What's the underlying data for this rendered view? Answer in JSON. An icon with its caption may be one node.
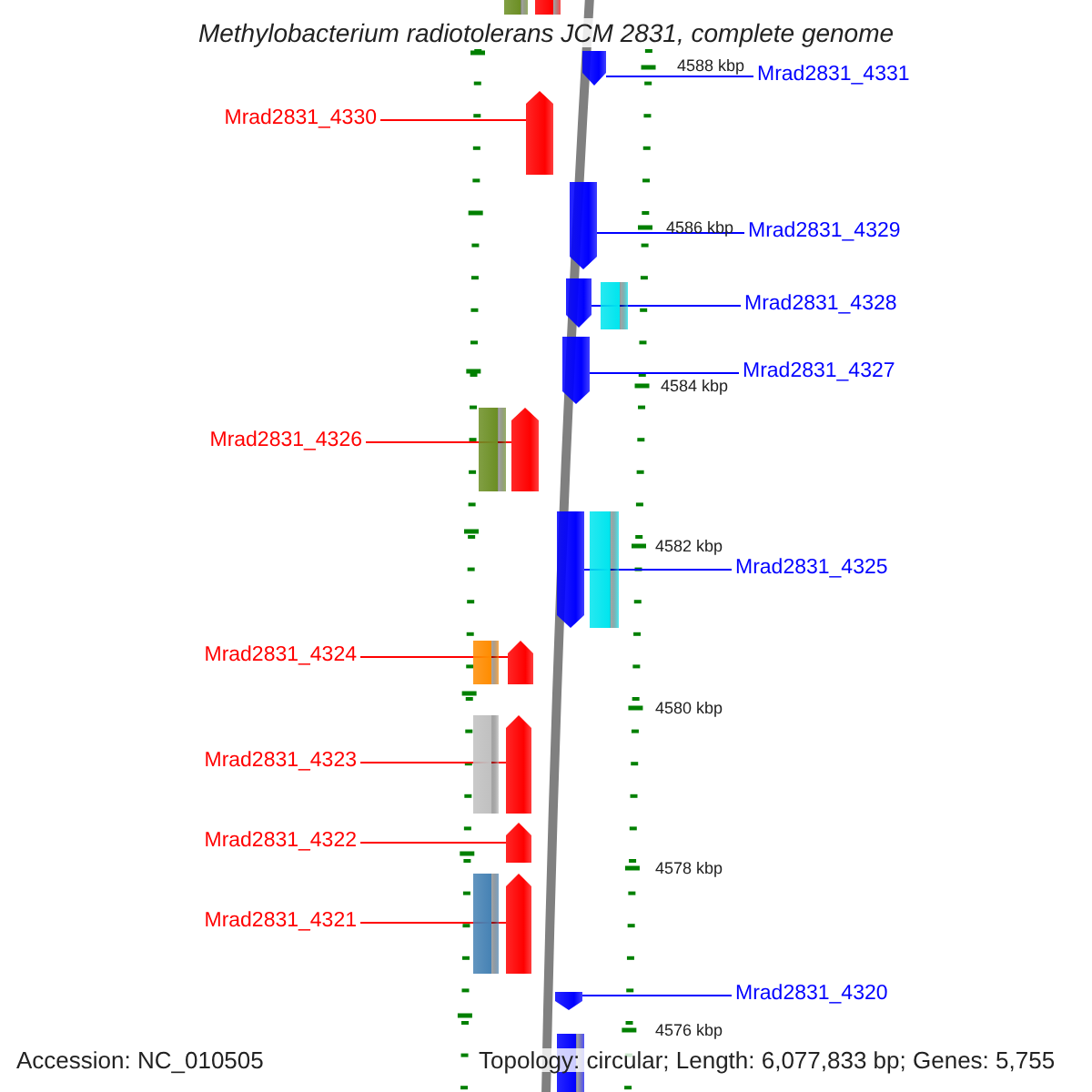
{
  "diagram": {
    "title": "Methylobacterium radiotolerans JCM 2831, complete genome",
    "nodes": [
      {
        "text": [
          "Mrad2831_4331"
        ]
      },
      {
        "text": [
          "Mrad2831_4330"
        ]
      },
      {
        "text": [
          "Mrad2831_4329"
        ]
      },
      {
        "text": [
          "Mrad2831_4328"
        ]
      },
      {
        "text": [
          "Mrad2831_4327"
        ]
      },
      {
        "text": [
          "Mrad2831_4326"
        ]
      },
      {
        "text": [
          "Mrad2831_4325"
        ]
      },
      {
        "text": [
          "Mrad2831_4324"
        ]
      },
      {
        "text": [
          "Mrad2831_4323"
        ]
      },
      {
        "text": [
          "Mrad2831_4322"
        ]
      },
      {
        "text": [
          "Mrad2831_4321"
        ]
      },
      {
        "text": [
          "Mrad2831_4320"
        ]
      },
      {
        "text": [],
        "shape": "arrow"
      },
      {
        "text": [],
        "shape": "arrow"
      },
      {
        "text": [],
        "shape": "arrow"
      },
      {
        "text": [],
        "shape": "arrow"
      },
      {
        "text": [],
        "shape": "arrow"
      },
      {
        "text": [],
        "shape": "arrow"
      },
      {
        "text": [],
        "shape": "arrow"
      },
      {
        "text": [],
        "shape": "arrow"
      },
      {
        "text": [],
        "shape": "arrow"
      },
      {
        "text": [],
        "shape": "arrow"
      },
      {
        "text": [],
        "shape": "arrow"
      },
      {
        "text": [],
        "shape": "arrow"
      }
    ],
    "edges": [
      {
        "from": 0,
        "to": 12,
        "arrow": "none",
        "color": "#0000ff"
      },
      {
        "from": 1,
        "to": 13,
        "arrow": "none",
        "color": "#ff0000"
      },
      {
        "from": 2,
        "to": 14,
        "arrow": "none",
        "color": "#0000ff"
      },
      {
        "from": 3,
        "to": 15,
        "arrow": "none",
        "color": "#0000ff"
      },
      {
        "from": 4,
        "to": 16,
        "arrow": "none",
        "color": "#0000ff"
      },
      {
        "from": 5,
        "to": 17,
        "arrow": "none",
        "color": "#ff0000"
      },
      {
        "from": 6,
        "to": 18,
        "arrow": "none",
        "color": "#0000ff"
      },
      {
        "from": 7,
        "to": 19,
        "arrow": "none",
        "color": "#ff0000"
      },
      {
        "from": 8,
        "to": 20,
        "arrow": "none",
        "color": "#ff0000"
      },
      {
        "from": 9,
        "to": 21,
        "arrow": "none",
        "color": "#ff0000"
      },
      {
        "from": 10,
        "to": 22,
        "arrow": "none",
        "color": "#ff0000"
      },
      {
        "from": 11,
        "to": 23,
        "arrow": "none",
        "color": "#0000ff"
      }
    ],
    "labels": [
      "4588 kbp",
      "4586 kbp",
      "4584 kbp",
      "4582 kbp",
      "4580 kbp",
      "4578 kbp",
      "4576 kbp",
      "Accession: NC_010505",
      "Topology: circular; Length: 6,077,833 bp; Genes: 5,755"
    ]
  }
}
